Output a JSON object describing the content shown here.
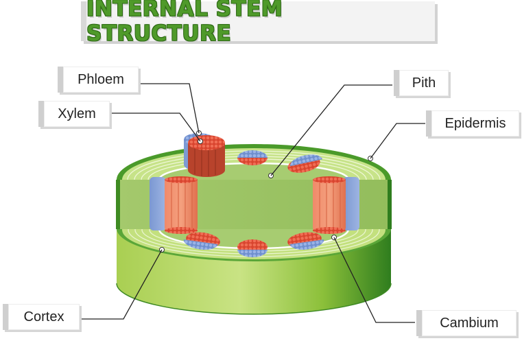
{
  "title": "INTERNAL STEM STRUCTURE",
  "labels": {
    "phloem": "Phloem",
    "xylem": "Xylem",
    "pith": "Pith",
    "epidermis": "Epidermis",
    "cortex": "Cortex",
    "cambium": "Cambium"
  },
  "colors": {
    "title_green": "#4f9a2a",
    "epidermis_green": "#4a9a2a",
    "cortex_green": "#c3e07e",
    "pith_green": "#9ec466",
    "xylem_red": "#d24a34",
    "phloem_blue": "#7f9cd6"
  }
}
